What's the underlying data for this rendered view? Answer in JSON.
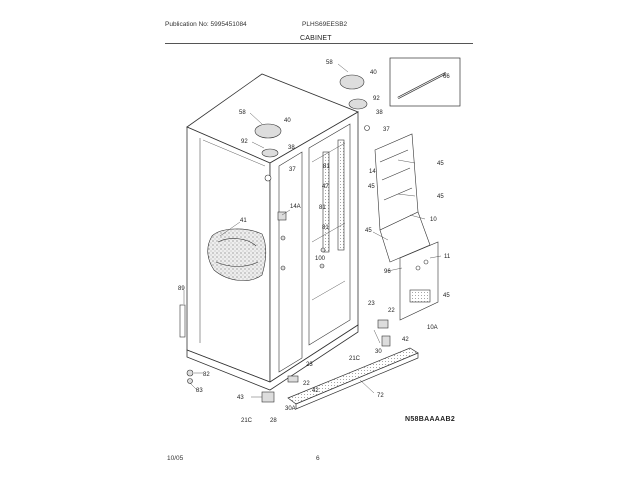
{
  "header": {
    "publication": "Publication No: 5995451084",
    "model": "PLHS69EESB2",
    "section": "CABINET"
  },
  "footer": {
    "date": "10/05",
    "page": "6",
    "diagram_code": "N58BAAAAB2"
  },
  "callouts": {
    "c58a": "58",
    "c40a": "40",
    "c92a": "92",
    "c38a": "38",
    "c37a": "37",
    "c66": "66",
    "c58b": "58",
    "c40b": "40",
    "c92b": "92",
    "c38b": "38",
    "c37b": "37",
    "c81a": "81",
    "c47": "47",
    "c81b": "81",
    "c81c": "81",
    "c14a": "14A",
    "c14": "14",
    "c41": "41",
    "c45a": "45",
    "c45b": "45",
    "c45c": "45",
    "c45d": "45",
    "c45e": "45",
    "c10": "10",
    "c11": "11",
    "c96": "96",
    "c10a": "10A",
    "c100": "100",
    "c89": "89",
    "c82": "82",
    "c83": "83",
    "c23a": "23",
    "c22a": "22",
    "c21ca": "21C",
    "c30": "30",
    "c42a": "42",
    "c23b": "23",
    "c22b": "22",
    "c42b": "42",
    "c30a": "30A",
    "c43": "43",
    "c28": "28",
    "c21cb": "21C",
    "c72": "72"
  }
}
